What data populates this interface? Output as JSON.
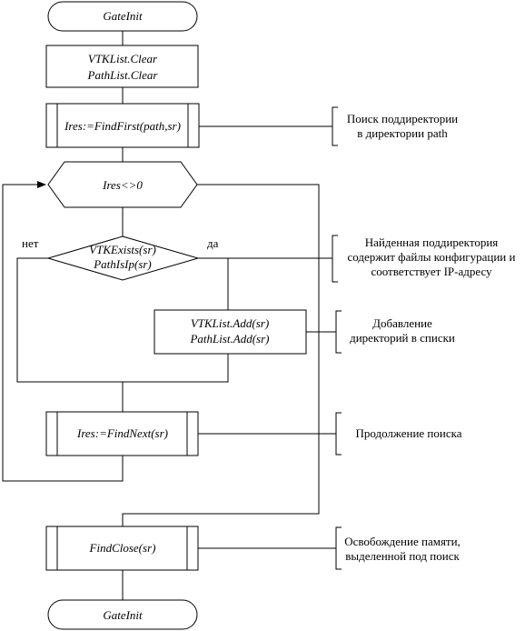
{
  "start": {
    "label": "GateInit"
  },
  "clear": {
    "line1": "VTKList.Clear",
    "line2": "PathList.Clear"
  },
  "find_first": {
    "label": "Ires:=FindFirst(path,sr)"
  },
  "note_find_first": {
    "line1": "Поиск поддиректории",
    "line2": "в директории path"
  },
  "loop_cond": {
    "label": "Ires<>0"
  },
  "decision": {
    "line1": "VTKExists(sr)",
    "line2": "PathIsIp(sr)",
    "no_label": "нет",
    "yes_label": "да"
  },
  "note_decision": {
    "line1": "Найденная поддиректория",
    "line2": "содержит файлы конфигурации и",
    "line3": "соответствует IP-адресу"
  },
  "add": {
    "line1": "VTKList.Add(sr)",
    "line2": "PathList.Add(sr)"
  },
  "note_add": {
    "line1": "Добавление",
    "line2": "директорий в списки"
  },
  "find_next": {
    "label": "Ires:=FindNext(sr)"
  },
  "note_find_next": {
    "line1": "Продолжение поиска"
  },
  "find_close": {
    "label": "FindClose(sr)"
  },
  "note_find_close": {
    "line1": "Освобождение памяти,",
    "line2": "выделенной под поиск"
  },
  "end": {
    "label": "GateInit"
  }
}
